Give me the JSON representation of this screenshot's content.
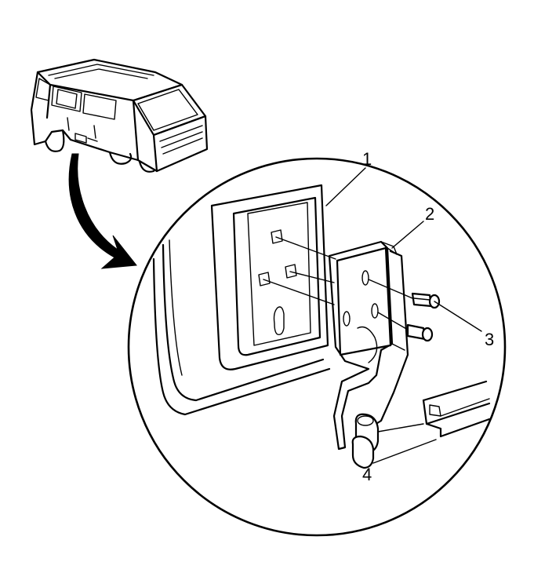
{
  "diagram": {
    "callouts": [
      {
        "label": "1",
        "part": "body-pillar-panel"
      },
      {
        "label": "2",
        "part": "door-track-bracket"
      },
      {
        "label": "3",
        "part": "bolts"
      },
      {
        "label": "4",
        "part": "roller-and-track"
      }
    ],
    "colors": {
      "line": "#000000",
      "background": "#ffffff"
    }
  }
}
